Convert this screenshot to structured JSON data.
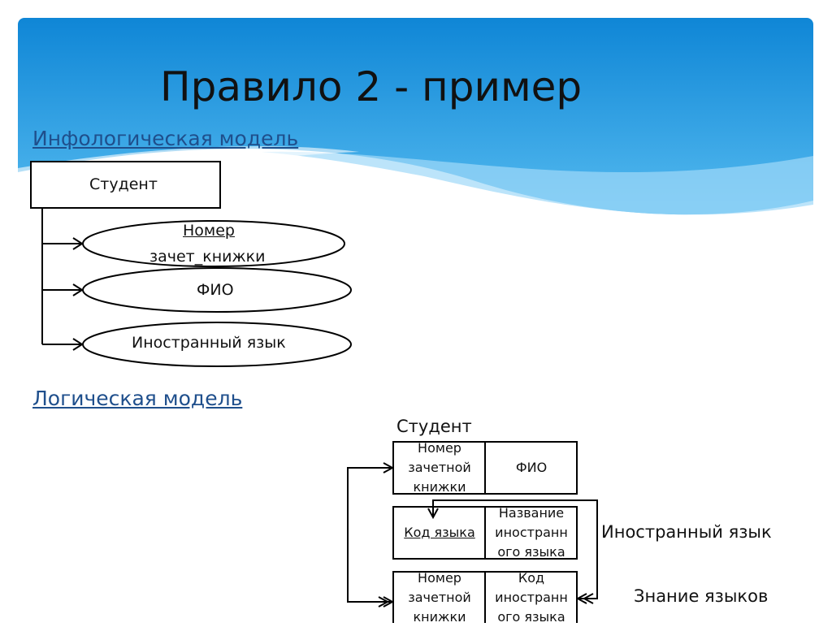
{
  "slide": {
    "title": "Правило 2 - пример"
  },
  "infological": {
    "heading": "Инфологическая модель",
    "entity": "Студент",
    "attributes": [
      "Номер зачет_книжки",
      "ФИО",
      "Иностранный язык"
    ],
    "attr0_line1": "Номер",
    "attr0_line2": "зачет_книжки"
  },
  "logical": {
    "heading": "Логическая модель",
    "student_label": "Студент",
    "student_cols": [
      "Номер зачетной книжки",
      "ФИО"
    ],
    "language_label": "Иностранный язык",
    "language_cols": [
      "Код языка",
      "Название иностранн ого языка"
    ],
    "knowledge_label": "Знание языков",
    "knowledge_cols": [
      "Номер зачетной книжки",
      "Код иностранн ого языка"
    ]
  },
  "colors": {
    "header_blue": "#1a8fd8",
    "link": "#1f4f8c"
  }
}
